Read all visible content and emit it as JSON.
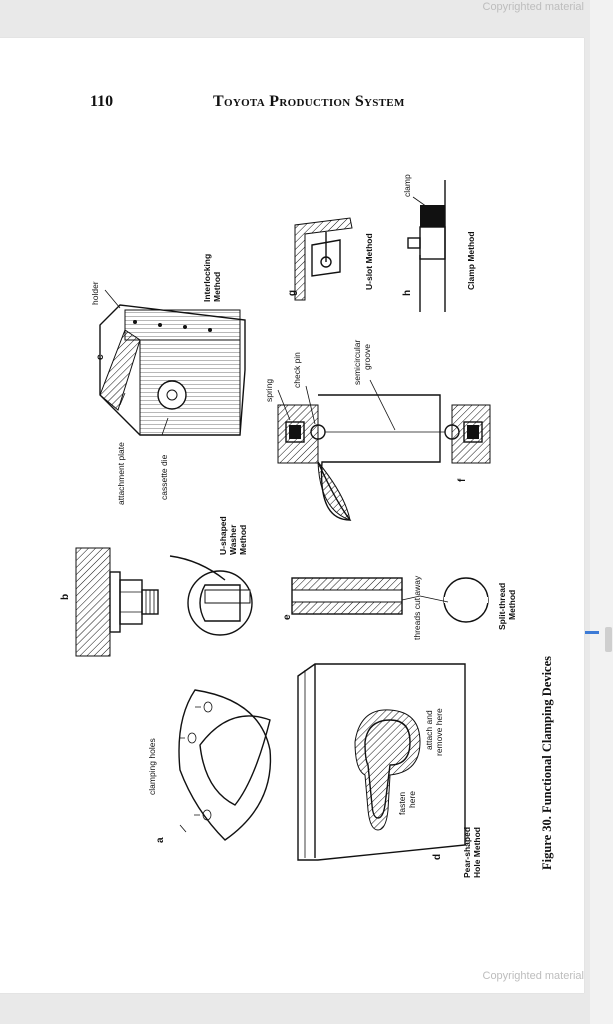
{
  "watermark": "Copyrighted material",
  "page_number": "110",
  "running_title": "Toyota Production System",
  "caption": "Figure 30. Functional Clamping Devices",
  "diagrams": {
    "a": {
      "letter": "a",
      "labels": [
        "clamping holes"
      ]
    },
    "b": {
      "letter": "b",
      "method": [
        "U-shaped",
        "Washer",
        "Method"
      ]
    },
    "c": {
      "letter": "c",
      "labels": [
        "holder",
        "attachment plate",
        "cassette die"
      ],
      "method": [
        "Interlocking",
        "Method"
      ]
    },
    "d": {
      "letter": "d",
      "labels": [
        "fasten",
        "here",
        "attach and",
        "remove here"
      ],
      "method": [
        "Pear-shaped",
        "Hole Method"
      ]
    },
    "e": {
      "letter": "e",
      "labels": [
        "threads cut away"
      ],
      "method": [
        "Split-thread",
        "Method"
      ]
    },
    "f": {
      "letter": "f",
      "labels": [
        "spring",
        "check pin",
        "semicircular",
        "groove"
      ]
    },
    "g": {
      "letter": "g",
      "method": [
        "U-slot Method"
      ]
    },
    "h": {
      "letter": "h",
      "labels": [
        "clamp"
      ],
      "method": [
        "Clamp Method"
      ]
    }
  }
}
